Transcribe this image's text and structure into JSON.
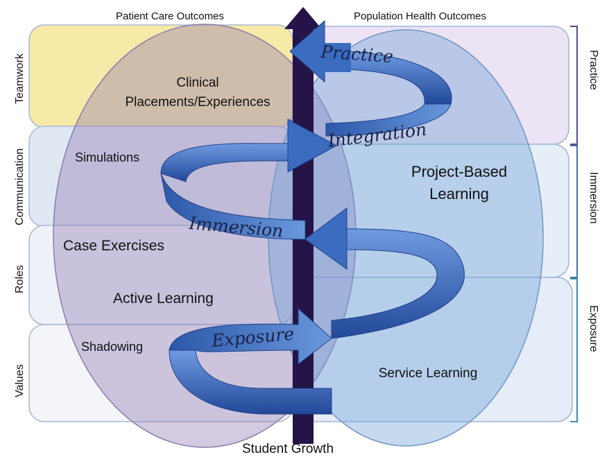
{
  "header": {
    "left": "Patient Care Outcomes",
    "right": "Population Health Outcomes",
    "bottom": "Student Growth"
  },
  "rows": {
    "teamwork": "Teamwork",
    "communication": "Communication",
    "roles": "Roles",
    "values": "Values"
  },
  "stages": {
    "practice": "Practice",
    "immersion": "Immersion",
    "exposure": "Exposure"
  },
  "spiral": {
    "practice": "Practice",
    "integration": "Integration",
    "immersion": "Immersion",
    "exposure": "Exposure"
  },
  "left_activities": {
    "clinical_line1": "Clinical",
    "clinical_line2": "Placements/Experiences",
    "simulations": "Simulations",
    "case_exercises": "Case Exercises",
    "active_learning": "Active Learning",
    "shadowing": "Shadowing"
  },
  "right_activities": {
    "project_line1": "Project-Based",
    "project_line2": "Learning",
    "service_learning": "Service Learning"
  },
  "colors": {
    "left_ellipse": "#9b86b8",
    "right_ellipse": "#7fa8d6",
    "teamwork_band": "#f6e9a8",
    "arrow_spiral": "#2f5fae",
    "central_arrow": "#241448"
  }
}
